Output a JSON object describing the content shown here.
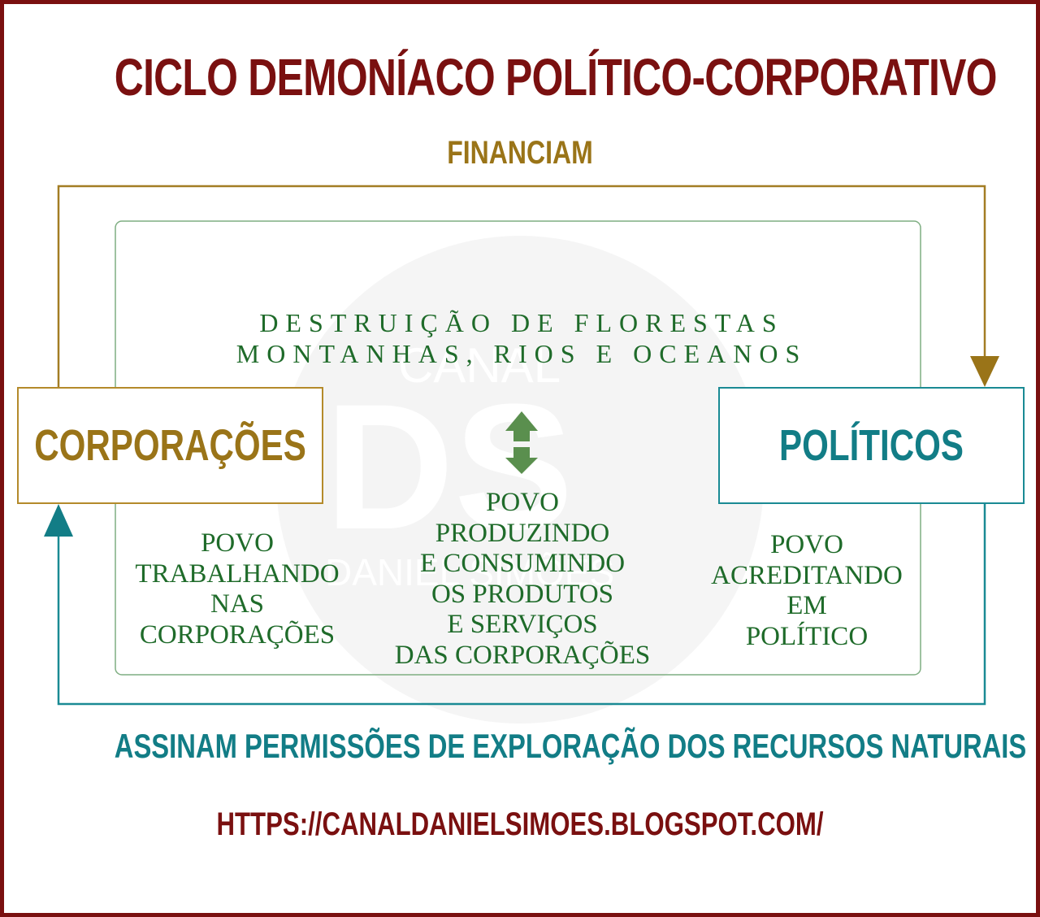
{
  "title": "CICLO DEMONÍACO POLÍTICO-CORPORATIVO",
  "top_arrow_label": "FINANCIAM",
  "bottom_arrow_label": "ASSINAM PERMISSÕES DE EXPLORAÇÃO DOS RECURSOS NATURAIS",
  "url": "HTTPS://CANALDANIELSIMOES.BLOGSPOT.COM/",
  "left_box": {
    "label": "CORPORAÇÕES"
  },
  "right_box": {
    "label": "POLÍTICOS"
  },
  "center_top": [
    "DESTRUIÇÃO DE FLORESTAS",
    "MONTANHAS, RIOS E OCEANOS"
  ],
  "left_column": [
    "POVO",
    "TRABALHANDO",
    "NAS",
    "CORPORAÇÕES"
  ],
  "middle_column": [
    "POVO",
    "PRODUZINDO",
    "E CONSUMINDO",
    "OS PRODUTOS",
    "E SERVIÇOS",
    "DAS CORPORAÇÕES"
  ],
  "right_column": [
    "POVO",
    "ACREDITANDO",
    "EM",
    "POLÍTICO"
  ],
  "watermark": {
    "top": "CANAL",
    "initials": "DS",
    "bottom": "DANIEL SIMÕES"
  },
  "colors": {
    "title": "#7a1010",
    "financiam": "#9a7418",
    "assinam": "#127d86",
    "inner_text": "#1f6b2a",
    "double_arrow": "#5a8f4e",
    "frame": "#7a1010"
  },
  "icons": [
    "down-arrowhead-icon",
    "up-arrowhead-icon",
    "double-vertical-arrow-icon"
  ]
}
